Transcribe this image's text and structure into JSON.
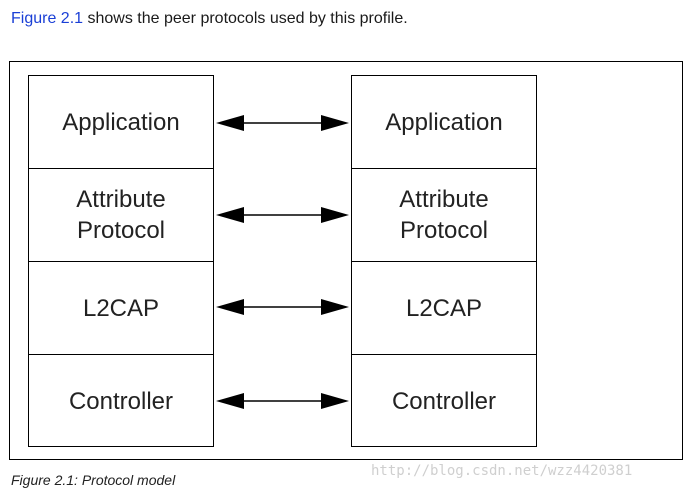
{
  "intro": {
    "ref": "Figure 2.1",
    "rest": " shows the peer protocols used by this profile."
  },
  "left_stack": {
    "layers": [
      "Application",
      "Attribute\nProtocol",
      "L2CAP",
      "Controller"
    ]
  },
  "right_stack": {
    "layers": [
      "Application",
      "Attribute\nProtocol",
      "L2CAP",
      "Controller"
    ]
  },
  "caption": "Figure 2.1:  Protocol model",
  "watermark": "http://blog.csdn.net/wzz4420381",
  "colors": {
    "link": "#1a3fd6",
    "line": "#000000",
    "watermark": "#cfcfcf"
  }
}
